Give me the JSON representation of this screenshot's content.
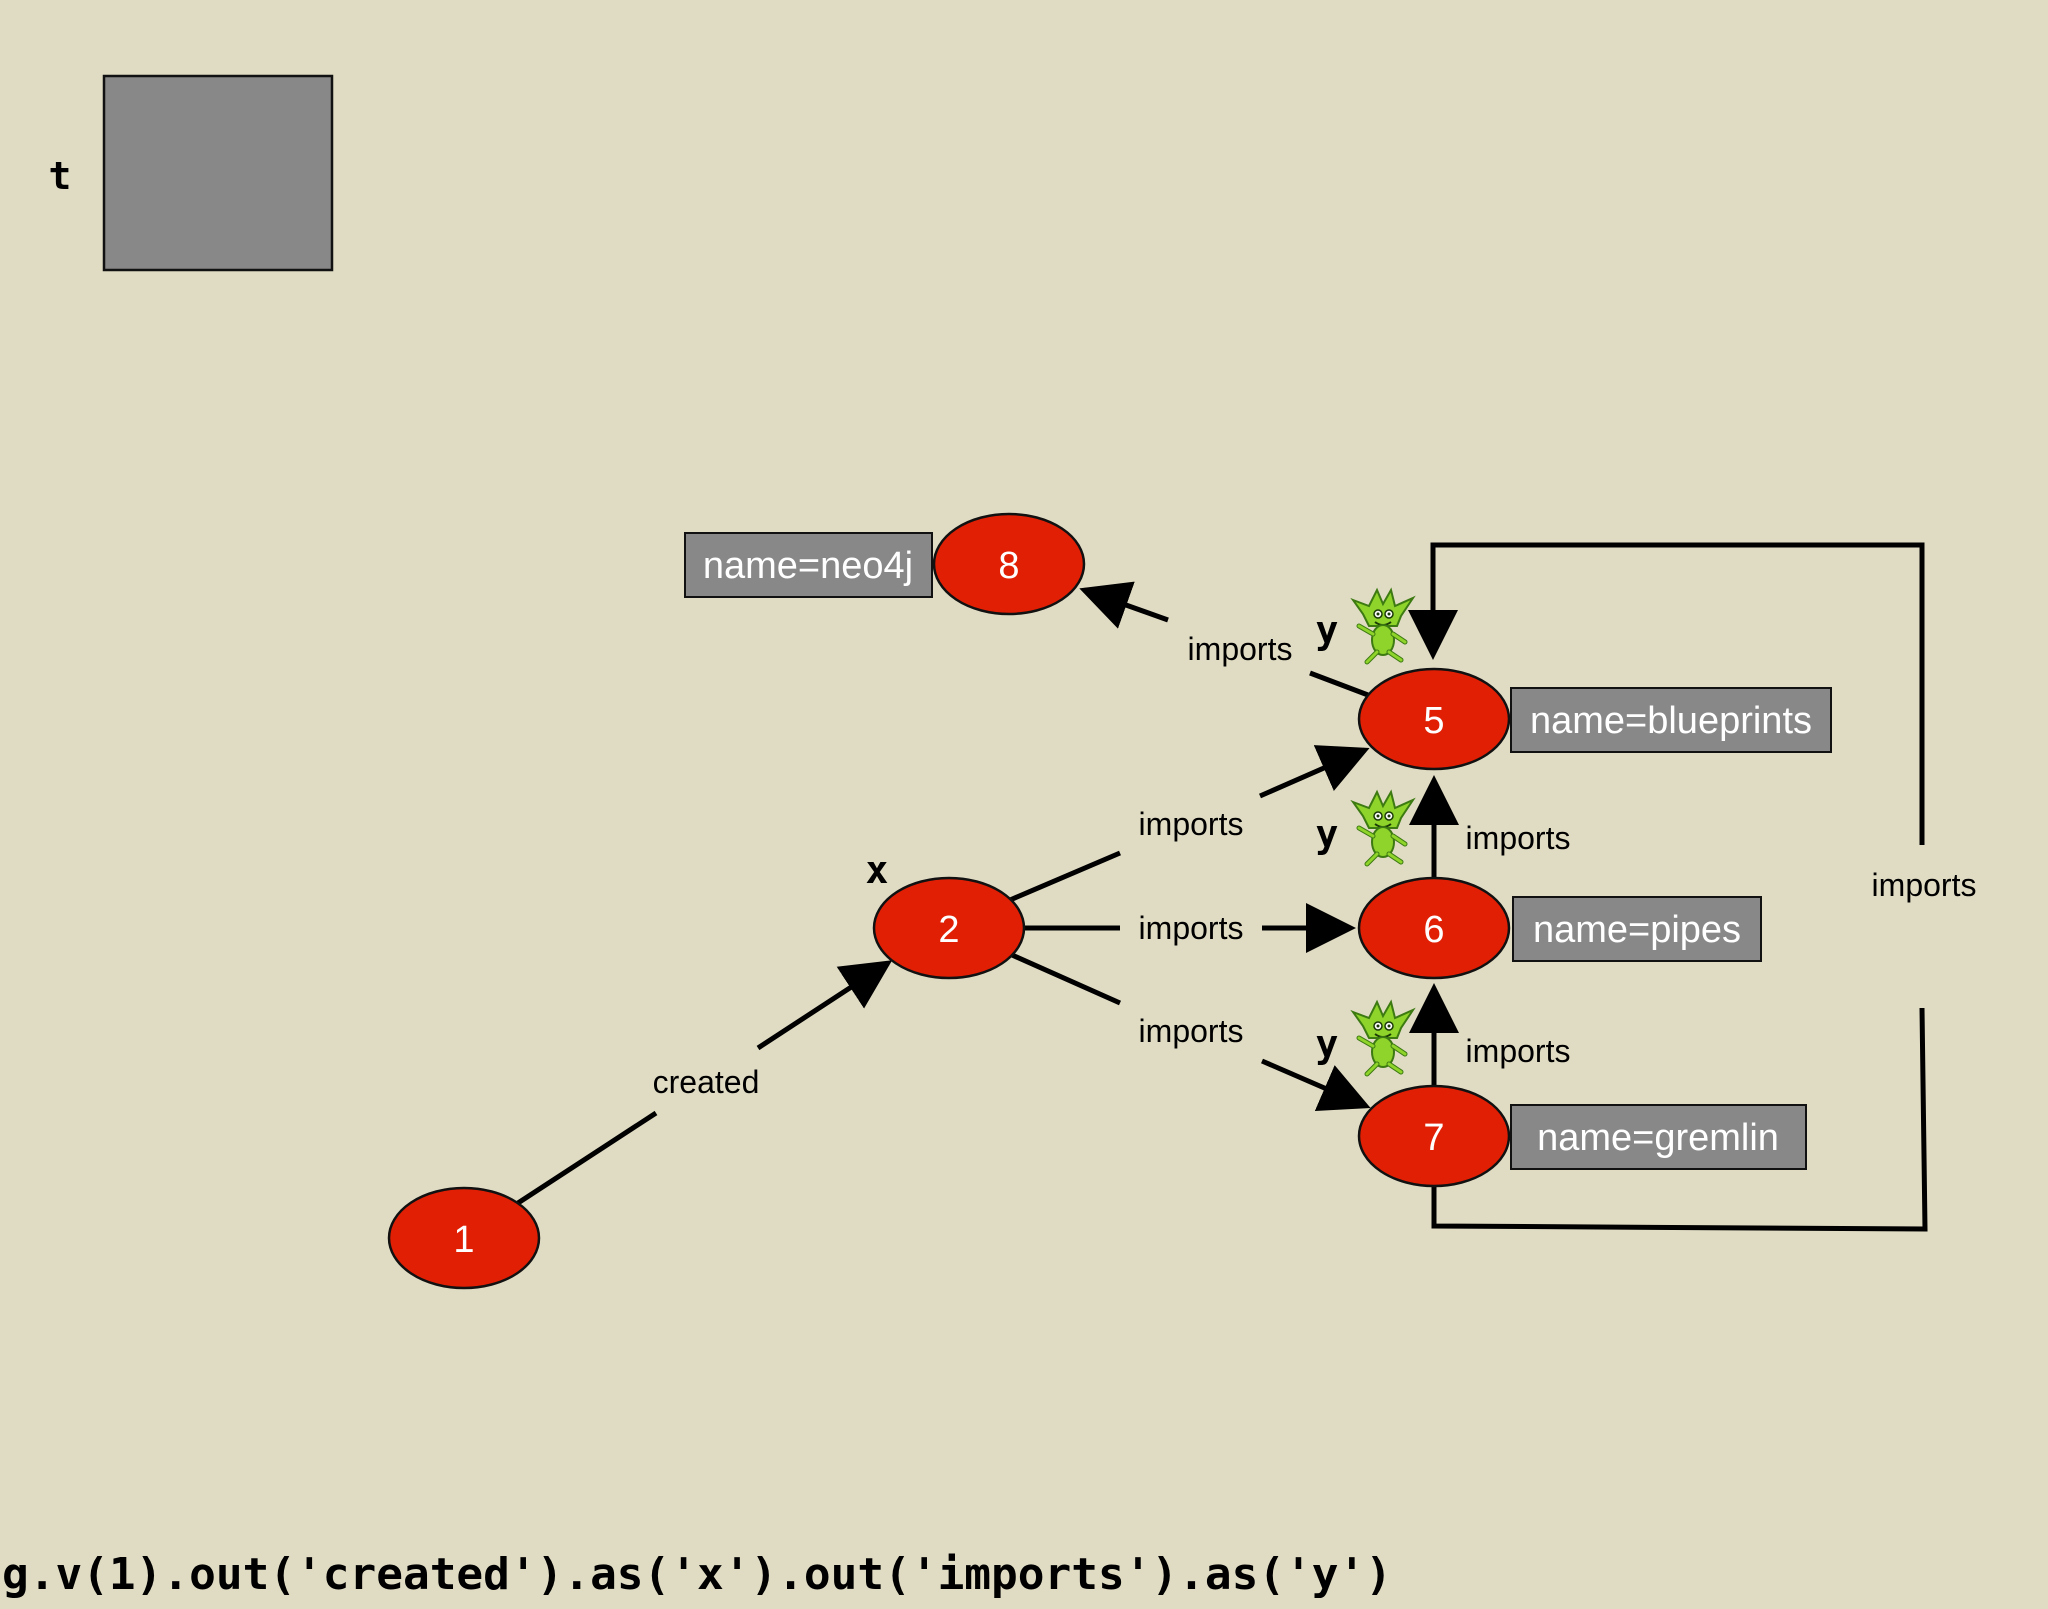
{
  "table_label": "t",
  "nodes": {
    "n1": {
      "id": "1"
    },
    "n2": {
      "id": "2",
      "var": "x"
    },
    "n5": {
      "id": "5",
      "var": "y",
      "property": "name=blueprints"
    },
    "n6": {
      "id": "6",
      "var": "y",
      "property": "name=pipes"
    },
    "n7": {
      "id": "7",
      "var": "y",
      "property": "name=gremlin"
    },
    "n8": {
      "id": "8",
      "property": "name=neo4j"
    }
  },
  "edges": {
    "e1_2": "created",
    "e2_5": "imports",
    "e2_6": "imports",
    "e2_7": "imports",
    "e5_8": "imports",
    "e6_5": "imports",
    "e7_6": "imports",
    "e7_5": "imports"
  },
  "query": "g.v(1).out('created').as('x').out('imports').as('y')",
  "colors": {
    "node": "#e01f05",
    "property_box": "#888888",
    "background": "#e0dcc4",
    "goblin": "#8ed42a"
  },
  "icons": {
    "traverser": "goblin-icon"
  }
}
